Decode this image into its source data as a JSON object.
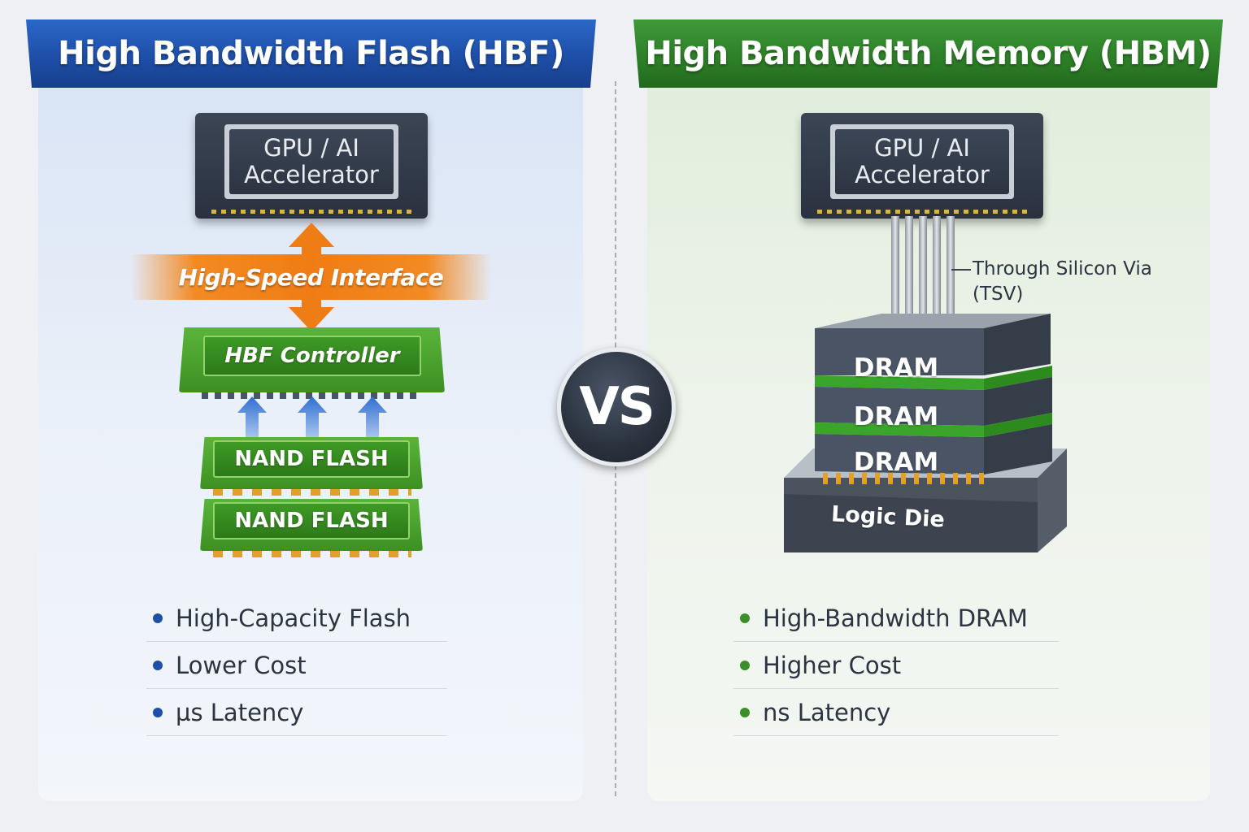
{
  "left": {
    "title": "High Bandwidth Flash (HBF)",
    "chip": {
      "line1": "GPU / AI",
      "line2": "Accelerator"
    },
    "interface": "High-Speed Interface",
    "controller": "HBF Controller",
    "nand": [
      "NAND FLASH",
      "NAND FLASH"
    ],
    "bullets": [
      "High-Capacity Flash",
      "Lower Cost",
      "µs Latency"
    ],
    "accent": "#1e4fa8"
  },
  "right": {
    "title": "High Bandwidth Memory (HBM)",
    "chip": {
      "line1": "GPU / AI",
      "line2": "Accelerator"
    },
    "tsv_label": {
      "line1": "Through Silicon Via",
      "line2": "(TSV)"
    },
    "dram": [
      "DRAM",
      "DRAM",
      "DRAM"
    ],
    "logic_die": "Logic Die",
    "bullets": [
      "High-Bandwidth DRAM",
      "Higher Cost",
      "ns Latency"
    ],
    "accent": "#2e8028"
  },
  "vs": "VS"
}
